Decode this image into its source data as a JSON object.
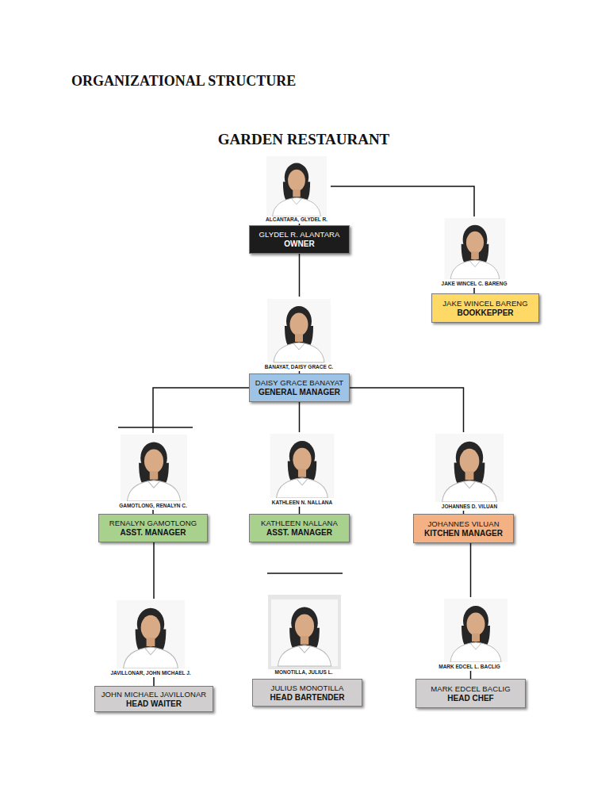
{
  "diagram": {
    "title": "GARDEN RESTAURANT",
    "nodes": [
      {
        "text": [
          "GLYDEL R. ALANTARA",
          "OWNER"
        ]
      },
      {
        "text": [
          "JAKE WINCEL BARENG",
          "BOOKKEPPER"
        ]
      },
      {
        "text": [
          "DAISY GRACE BANAYAT",
          "GENERAL MANAGER"
        ]
      },
      {
        "text": [
          "RENALYN GAMOTLONG",
          "ASST. MANAGER"
        ]
      },
      {
        "text": [
          "KATHLEEN NALLANA",
          "ASST. MANAGER"
        ]
      },
      {
        "text": [
          "JOHANNES VILUAN",
          "KITCHEN MANAGER"
        ]
      },
      {
        "text": [
          "JOHN MICHAEL JAVILLONAR",
          "HEAD WAITER"
        ]
      },
      {
        "text": [
          "JULIUS MONOTILLA",
          "HEAD BARTENDER"
        ]
      },
      {
        "text": [
          "MARK EDCEL BACLIG",
          "HEAD CHEF"
        ]
      }
    ],
    "edges": [
      {
        "from": 0,
        "to": 1,
        "arrow": "none"
      },
      {
        "from": 0,
        "to": 2,
        "arrow": "none"
      },
      {
        "from": 2,
        "to": 3,
        "arrow": "none"
      },
      {
        "from": 2,
        "to": 4,
        "arrow": "none"
      },
      {
        "from": 2,
        "to": 5,
        "arrow": "none"
      },
      {
        "from": 3,
        "to": 6,
        "arrow": "none"
      },
      {
        "from": 5,
        "to": 8,
        "arrow": "none"
      }
    ],
    "labels": [
      "ORGANIZATIONAL STRUCTURE",
      "ALCANTARA, GLYDEL R.",
      "JAKE WINCEL C. BARENG",
      "BANAYAT, DAISY GRACE C.",
      "GAMOTLONG, RENALYN C.",
      "KATHLEEN N. NALLANA",
      "JOHANNES D. VILUAN",
      "JAVILLONAR, JOHN MICHAEL J.",
      "MONOTILLA, JULIUS L.",
      "MARK EDCEL L. BACLIG"
    ]
  }
}
